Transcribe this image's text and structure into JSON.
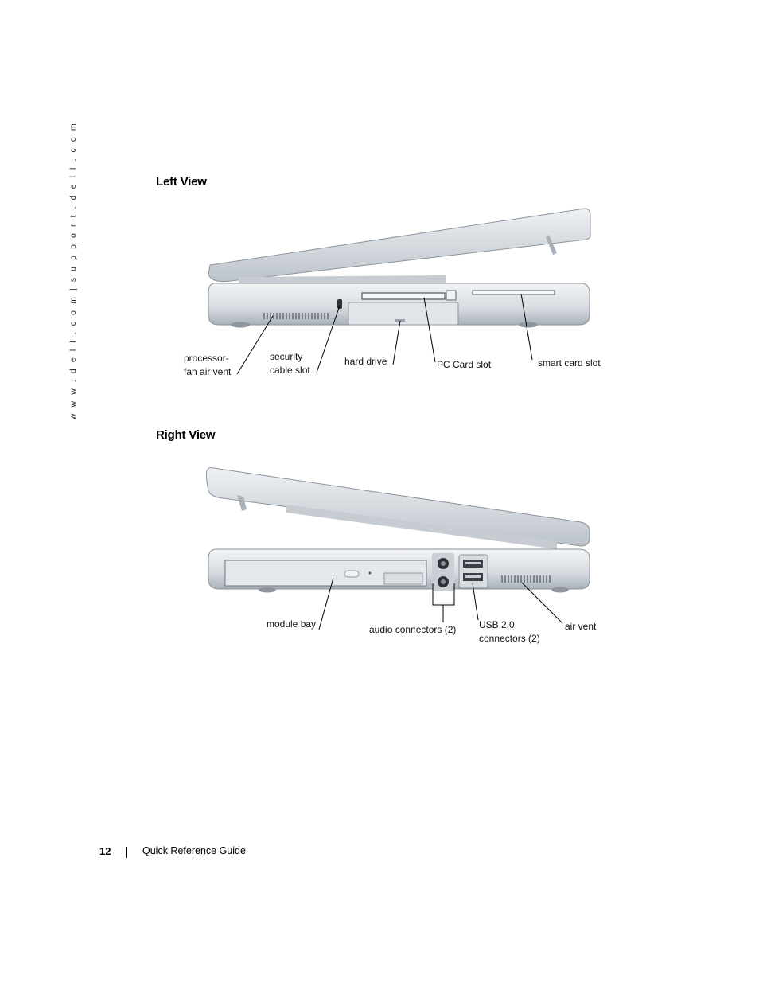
{
  "sidebar": {
    "url_text": "w w w . d e l l . c o m  |  s u p p o r t . d e l l . c o m"
  },
  "left_view": {
    "heading": "Left View",
    "callouts": {
      "processor_fan_air_vent": "processor-\nfan air vent",
      "security_cable_slot": "security\ncable slot",
      "hard_drive": "hard drive",
      "pc_card_slot": "PC Card slot",
      "smart_card_slot": "smart card slot"
    }
  },
  "right_view": {
    "heading": "Right View",
    "callouts": {
      "module_bay": "module bay",
      "audio_connectors": "audio connectors (2)",
      "usb_connectors": "USB 2.0\nconnectors (2)",
      "air_vent": "air vent"
    }
  },
  "footer": {
    "page_number": "12",
    "guide_title": "Quick Reference Guide"
  }
}
